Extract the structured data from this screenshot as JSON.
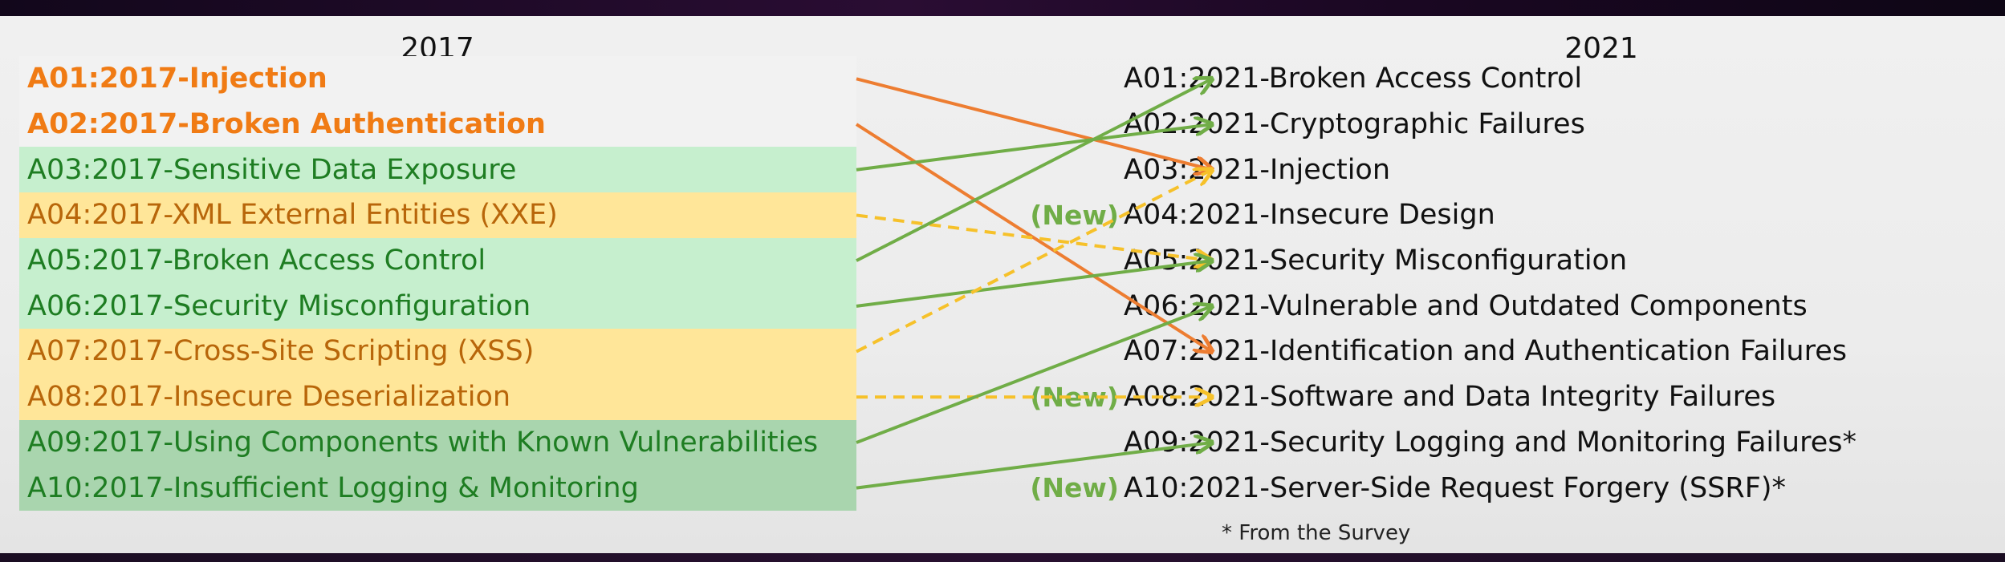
{
  "left_year": "2017",
  "right_year": "2021",
  "left_items": [
    {
      "label": "A01:2017-Injection",
      "bg": "none",
      "text": "orange"
    },
    {
      "label": "A02:2017-Broken Authentication",
      "bg": "none",
      "text": "orange"
    },
    {
      "label": "A03:2017-Sensitive Data Exposure",
      "bg": "green",
      "text": "green"
    },
    {
      "label": "A04:2017-XML External Entities (XXE)",
      "bg": "yellow",
      "text": "gold"
    },
    {
      "label": "A05:2017-Broken Access Control",
      "bg": "green",
      "text": "green"
    },
    {
      "label": "A06:2017-Security Misconfiguration",
      "bg": "green",
      "text": "green"
    },
    {
      "label": "A07:2017-Cross-Site Scripting (XSS)",
      "bg": "yellow",
      "text": "gold"
    },
    {
      "label": "A08:2017-Insecure Deserialization",
      "bg": "yellow",
      "text": "gold"
    },
    {
      "label": "A09:2017-Using Components with Known Vulnerabilities",
      "bg": "darkgreen",
      "text": "green"
    },
    {
      "label": "A10:2017-Insufficient Logging & Monitoring",
      "bg": "darkgreen",
      "text": "green"
    }
  ],
  "right_items": [
    {
      "label": "A01:2021-Broken Access Control",
      "new": false
    },
    {
      "label": "A02:2021-Cryptographic Failures",
      "new": false
    },
    {
      "label": "A03:2021-Injection",
      "new": false
    },
    {
      "label": "A04:2021-Insecure Design",
      "new": true
    },
    {
      "label": "A05:2021-Security Misconfiguration",
      "new": false
    },
    {
      "label": "A06:2021-Vulnerable and Outdated Components",
      "new": false
    },
    {
      "label": "A07:2021-Identification and Authentication Failures",
      "new": false
    },
    {
      "label": "A08:2021-Software and Data Integrity Failures",
      "new": true
    },
    {
      "label": "A09:2021-Security Logging and Monitoring Failures*",
      "new": false
    },
    {
      "label": "A10:2021-Server-Side Request Forgery (SSRF)*",
      "new": true
    }
  ],
  "new_label": "(New)",
  "footnote": "* From the Survey",
  "mappings": [
    {
      "from": 0,
      "to": 2,
      "color": "orange",
      "style": "solid"
    },
    {
      "from": 1,
      "to": 6,
      "color": "orange",
      "style": "solid"
    },
    {
      "from": 2,
      "to": 1,
      "color": "green",
      "style": "solid"
    },
    {
      "from": 3,
      "to": 4,
      "color": "gold",
      "style": "dashed"
    },
    {
      "from": 4,
      "to": 0,
      "color": "green",
      "style": "solid"
    },
    {
      "from": 5,
      "to": 4,
      "color": "green",
      "style": "solid"
    },
    {
      "from": 6,
      "to": 2,
      "color": "gold",
      "style": "dashed"
    },
    {
      "from": 7,
      "to": 7,
      "color": "gold",
      "style": "dashed"
    },
    {
      "from": 8,
      "to": 5,
      "color": "green",
      "style": "solid"
    },
    {
      "from": 9,
      "to": 8,
      "color": "green",
      "style": "solid"
    }
  ],
  "colors": {
    "orange": "#ed7d31",
    "green": "#70ad47",
    "gold": "#f6c12a",
    "new_tag": "#70ad47"
  }
}
